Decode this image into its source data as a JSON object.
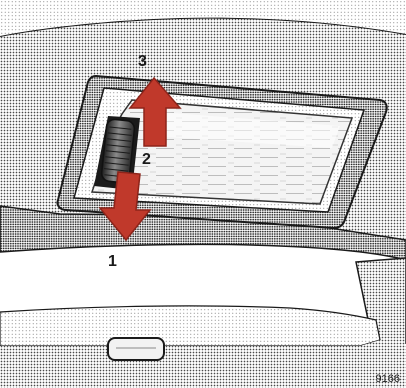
{
  "figure": {
    "labels": {
      "step_1": "1",
      "step_2": "2",
      "step_3": "3"
    },
    "figure_number": "9166",
    "colors": {
      "arrow": "#c0392b",
      "arrow_dark": "#8e241a",
      "ink": "#1a1a1a",
      "shade": "#b8b8b8"
    }
  }
}
